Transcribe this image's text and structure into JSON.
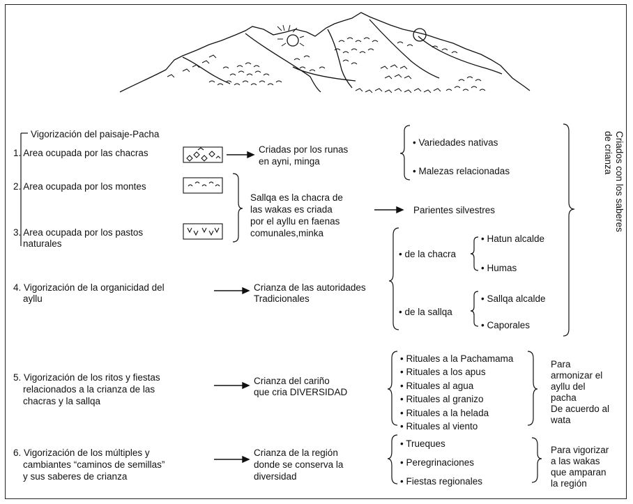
{
  "header": "Vigorización del paisaje-Pacha",
  "right_label": [
    "Criados con los saberes",
    "de crianza"
  ],
  "rows": [
    {
      "number": "1.",
      "text": "Area ocupada por las chacras"
    },
    {
      "number": "2.",
      "text": "Area ocupada por los montes"
    },
    {
      "number": "3.",
      "text": [
        "Area ocupada por los pastos",
        "naturales"
      ]
    },
    {
      "number": "4.",
      "text": [
        "Vigorización de la organicidad del",
        "ayllu"
      ]
    },
    {
      "number": "5.",
      "text": [
        "Vigorización de los ritos y fiestas",
        "relacionados a la crianza de las",
        "chacras y la sallqa"
      ]
    },
    {
      "number": "6.",
      "text": [
        "Vigorización de los múltiples y",
        "cambiantes “caminos de semillas”",
        "y sus saberes de crianza"
      ]
    }
  ],
  "middle": {
    "criadas": [
      "Criadas por los runas",
      "en ayni, minga"
    ],
    "sallqa": [
      "Sallqa es la chacra de",
      "las wakas es criada",
      "por el ayllu en faenas",
      "comunales,minka"
    ],
    "autoridades": [
      "Crianza de las autoridades",
      "Tradicionales"
    ],
    "carino": [
      "Crianza del cariño",
      "que cria DIVERSIDAD"
    ],
    "region": [
      "Crianza de la región",
      "donde se conserva la",
      "diversidad"
    ]
  },
  "right": {
    "variedades": "Variedades nativas",
    "malezas": "Malezas relacionadas",
    "parientes": "Parientes silvestres",
    "de_la_chacra": "de la chacra",
    "hatun": "Hatun alcalde",
    "humas": "Humas",
    "de_la_sallqa": "de la sallqa",
    "sallqa_alcalde": "Sallqa alcalde",
    "caporales": "Caporales",
    "rituales": [
      "Rituales a la Pachamama",
      "Rituales a los apus",
      "Rituales al agua",
      "Rituales al granizo",
      "Rituales a la helada",
      "Rituales al viento"
    ],
    "para_armonizar": [
      "Para",
      "armonizar el",
      "ayllu del",
      "pacha",
      "De acuerdo al",
      "wata"
    ],
    "region_items": [
      "Trueques",
      "Peregrinaciones",
      "Fiestas regionales"
    ],
    "para_vigorizar": [
      "Para vigorizar",
      "a las wakas",
      "que amparan",
      "la región"
    ]
  },
  "bullet": "•"
}
